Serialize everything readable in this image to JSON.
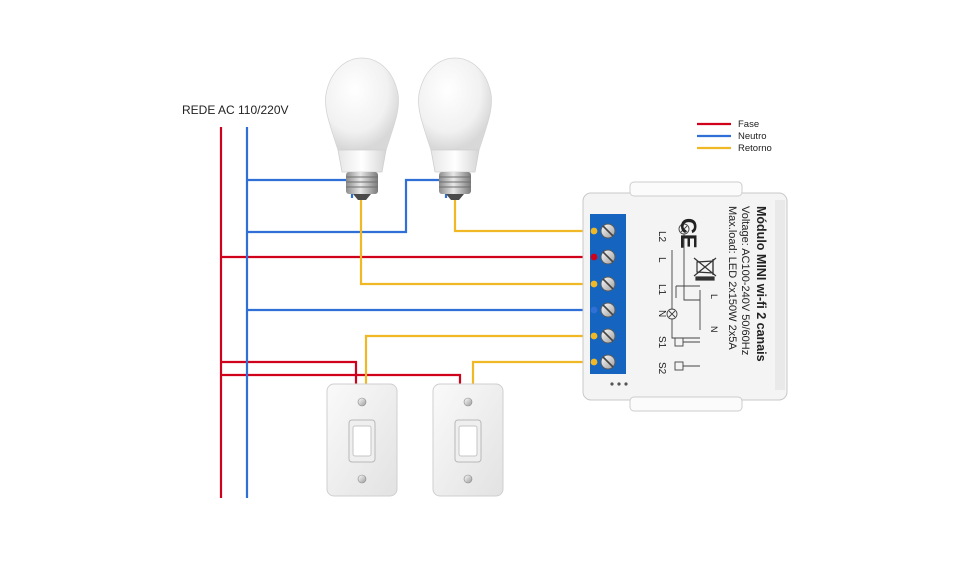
{
  "mains_label": "REDE AC 110/220V",
  "colors": {
    "fase": "#d0021b",
    "neutro": "#2f6fd6",
    "retorno": "#f0b824",
    "terminal_strip": "#1565c0",
    "module_body": "#f6f6f6"
  },
  "legend": [
    {
      "label": "Fase",
      "color": "#d0021b"
    },
    {
      "label": "Neutro",
      "color": "#2f6fd6"
    },
    {
      "label": "Retorno",
      "color": "#f0b824"
    }
  ],
  "module": {
    "title": "Módulo MINI wi-fi 2 canais",
    "voltage": "Voltage: AC100-240V 50/60Hz",
    "maxload": "Max.load: LED 2x150W 2x5A",
    "ce_mark": "CE",
    "terminals": [
      "L2",
      "L",
      "L1",
      "N",
      "S1",
      "S2"
    ],
    "schematic_labels": [
      "L",
      "N"
    ]
  },
  "icons": {
    "bulb": "light-bulb-icon",
    "switch": "wall-switch-icon",
    "weee": "crossed-bin-icon"
  }
}
